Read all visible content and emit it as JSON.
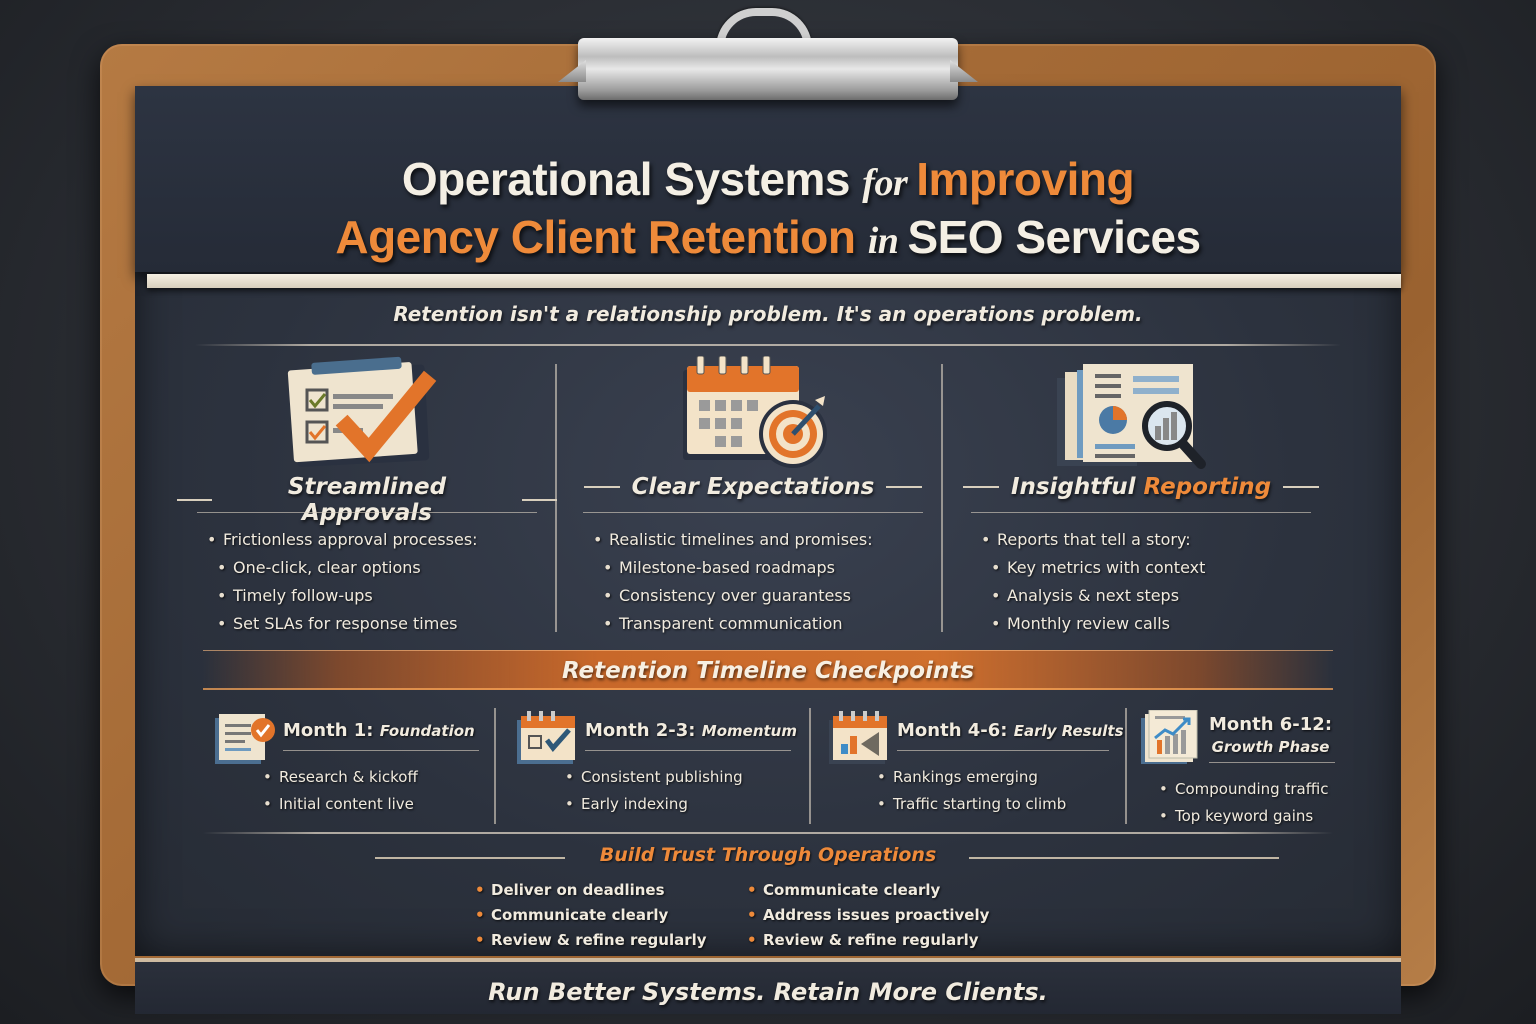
{
  "title": {
    "line1": [
      {
        "text": "Operational Systems ",
        "style": "white"
      },
      {
        "text": "for ",
        "style": "connector"
      },
      {
        "text": "Improving",
        "style": "orange"
      }
    ],
    "line2": [
      {
        "text": "Agency Client Retention ",
        "style": "orange"
      },
      {
        "text": "in ",
        "style": "connector"
      },
      {
        "text": "SEO Services",
        "style": "white"
      }
    ]
  },
  "tagline": "Retention isn't a relationship problem. It's an operations problem.",
  "pillars": [
    {
      "icon": "checklist-clipboard-icon",
      "title_main": "Streamlined Approvals",
      "title_accent": "",
      "lead": "Frictionless approval processes:",
      "items": [
        "One-click, clear options",
        "Timely follow-ups",
        "Set SLAs for response times"
      ]
    },
    {
      "icon": "calendar-target-icon",
      "title_main": "Clear Expectations",
      "title_accent": "",
      "lead": "Realistic timelines and promises:",
      "items": [
        "Milestone-based roadmaps",
        "Consistency over guarantess",
        "Transparent communication"
      ]
    },
    {
      "icon": "report-magnifier-icon",
      "title_main": "Insightful ",
      "title_accent": "Reporting",
      "lead": "Reports that tell a story:",
      "items": [
        "Key metrics with context",
        "Analysis & next steps",
        "Monthly review calls"
      ]
    }
  ],
  "timeline": {
    "title": "Retention Timeline Checkpoints",
    "checkpoints": [
      {
        "icon": "document-check-icon",
        "label": "Month 1:",
        "phase": "Foundation",
        "items": [
          "Research & kickoff",
          "Initial content live"
        ]
      },
      {
        "icon": "calendar-check-icon",
        "label": "Month 2-3:",
        "phase": "Momentum",
        "items": [
          "Consistent publishing",
          "Early indexing"
        ]
      },
      {
        "icon": "calendar-bar-chart-icon",
        "label": "Month 4-6:",
        "phase": "Early Results",
        "items": [
          "Rankings emerging",
          "Traffic starting to climb"
        ]
      },
      {
        "icon": "growth-chart-document-icon",
        "label": "Month 6-12:",
        "phase": "Growth Phase",
        "items": [
          "Compounding traffic",
          "Top keyword gains"
        ]
      }
    ]
  },
  "trust": {
    "title": "Build Trust Through Operations",
    "left": [
      "Deliver on deadlines",
      "Communicate clearly",
      "Review & refine regularly"
    ],
    "right": [
      "Communicate clearly",
      "Address issues proactively",
      "Review & refine regularly"
    ]
  },
  "footer": "Run Better Systems. Retain More Clients.",
  "colors": {
    "accent_orange": "#ee8a3a",
    "chalk_white": "#f1ebdf",
    "board": "#2c323e",
    "frame_cork": "#a86c37"
  }
}
